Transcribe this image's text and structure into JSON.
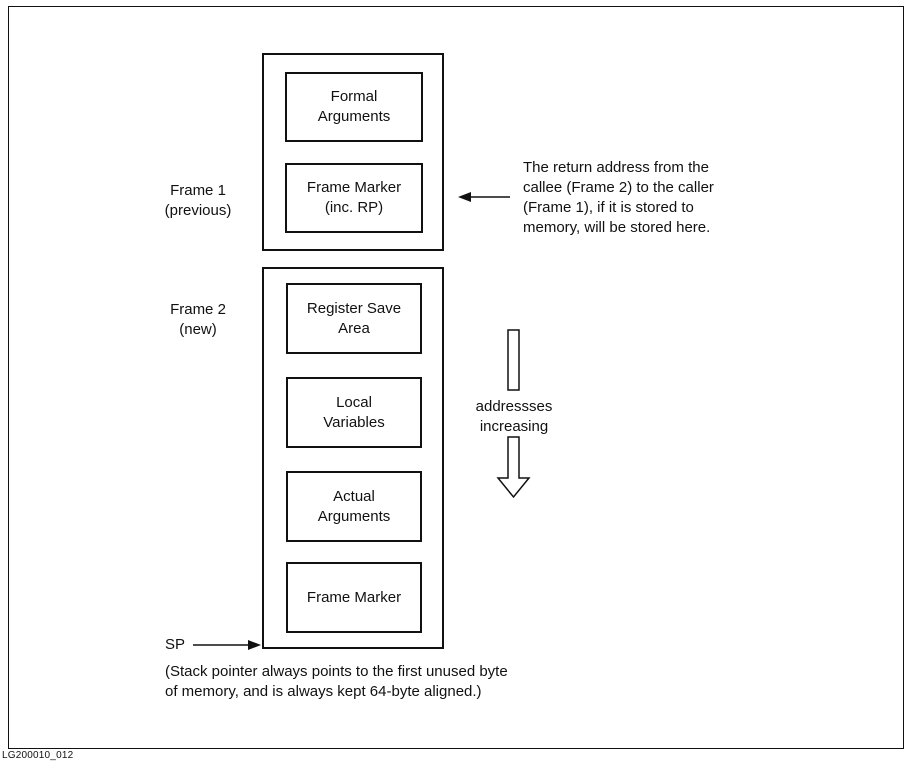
{
  "frame1": {
    "label": "Frame 1\n(previous)",
    "boxes": [
      "Formal\nArguments",
      "Frame Marker\n(inc. RP)"
    ]
  },
  "frame2": {
    "label": "Frame 2\n(new)",
    "boxes": [
      "Register Save\nArea",
      "Local\nVariables",
      "Actual\nArguments",
      "Frame Marker"
    ]
  },
  "return_note": "The return address from the\ncallee (Frame 2) to the caller\n(Frame 1), if it is stored to\nmemory, will be stored here.",
  "direction_label": "addressses\nincreasing",
  "sp_label": "SP",
  "sp_note": "(Stack pointer always points to the first unused byte\nof memory, and is always kept 64-byte aligned.)",
  "figure_id": "LG200010_012"
}
